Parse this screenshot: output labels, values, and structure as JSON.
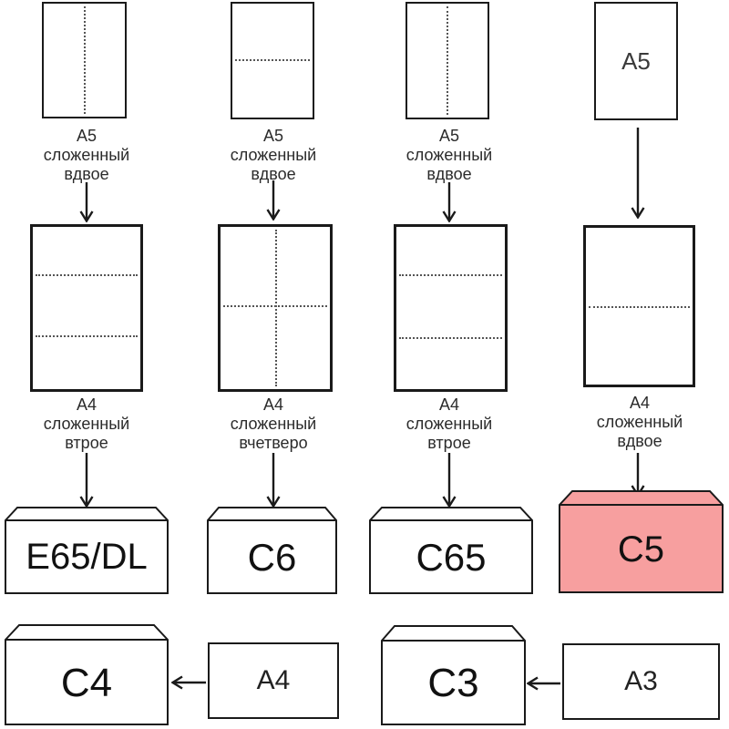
{
  "colors": {
    "background": "#ffffff",
    "line": "#1a1a1a",
    "highlight": "#f79f9f"
  },
  "columns": [
    {
      "top_caption": [
        "А5",
        "сложенный",
        "вдвое"
      ],
      "mid_caption": [
        "А4",
        "сложенный",
        "втрое"
      ],
      "envelope_label": "E65/DL"
    },
    {
      "top_caption": [
        "А5",
        "сложенный",
        "вдвое"
      ],
      "mid_caption": [
        "А4",
        "сложенный",
        "вчетверо"
      ],
      "envelope_label": "C6"
    },
    {
      "top_caption": [
        "А5",
        "сложенный",
        "вдвое"
      ],
      "mid_caption": [
        "А4",
        "сложенный",
        "втрое"
      ],
      "envelope_label": "C65"
    },
    {
      "top_sheet_label": "А5",
      "mid_caption": [
        "А4",
        "сложенный",
        "вдвое"
      ],
      "envelope_label": "C5",
      "envelope_highlighted": true
    }
  ],
  "bottom_row": [
    {
      "envelope_label": "C4",
      "source_label": "А4"
    },
    {
      "envelope_label": "C3",
      "source_label": "А3"
    }
  ]
}
